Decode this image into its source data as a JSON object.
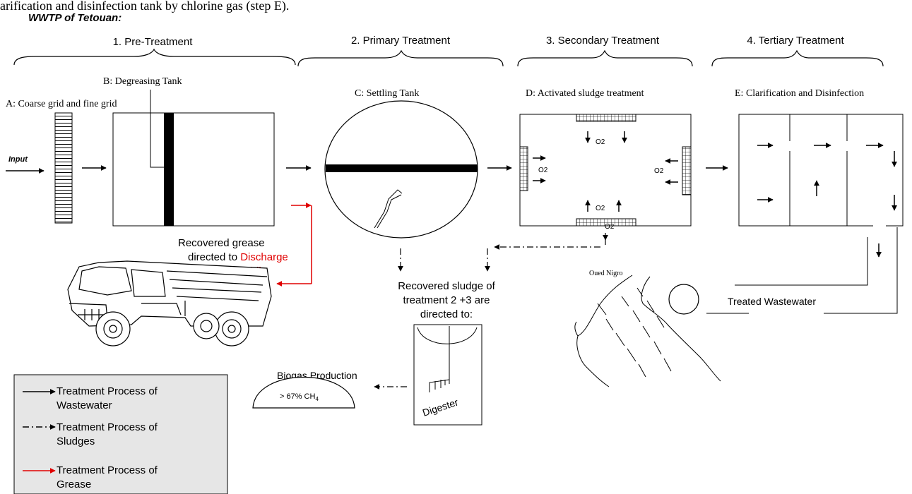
{
  "top_text": "arification and disinfection tank by chlorine gas (step E).",
  "title": "WWTP of Tetouan:",
  "stages": {
    "s1": "1. Pre-Treatment",
    "s2": "2. Primary Treatment",
    "s3": "3. Secondary Treatment",
    "s4": "4. Tertiary Treatment"
  },
  "units": {
    "a": "A: Coarse grid and fine grid",
    "b": "B: Degreasing Tank",
    "c": "C: Settling Tank",
    "d": "D: Activated sludge treatment",
    "e": "E: Clarification and Disinfection"
  },
  "input_label": "Input",
  "o2_label": "O2",
  "grease": {
    "line1": "Recovered grease",
    "line2_black": "directed to ",
    "line2_red": "Discharge",
    "line3_red": "public"
  },
  "sludge": {
    "line1": "Recovered sludge of",
    "line2": "treatment 2 +3 are",
    "line3": "directed to:"
  },
  "digester_label": "Digester",
  "biogas": {
    "title": "Biogas Production",
    "content_prefix": "> 67% CH",
    "content_sub": "4"
  },
  "river_label": "Oued Nigro",
  "treated_label": "Treated Wastewater",
  "legend": {
    "items": [
      {
        "line1": "Treatment Process of",
        "line2": "Wastewater",
        "color": "#000000",
        "style": "solid"
      },
      {
        "line1": "Treatment Process of",
        "line2": "Sludges",
        "color": "#000000",
        "style": "dash-dot"
      },
      {
        "line1": "Treatment Process of",
        "line2": "Grease",
        "color": "#e00000",
        "style": "solid"
      }
    ],
    "background": "#e6e6e6"
  },
  "colors": {
    "grease": "#e00000",
    "ink": "#000000"
  }
}
